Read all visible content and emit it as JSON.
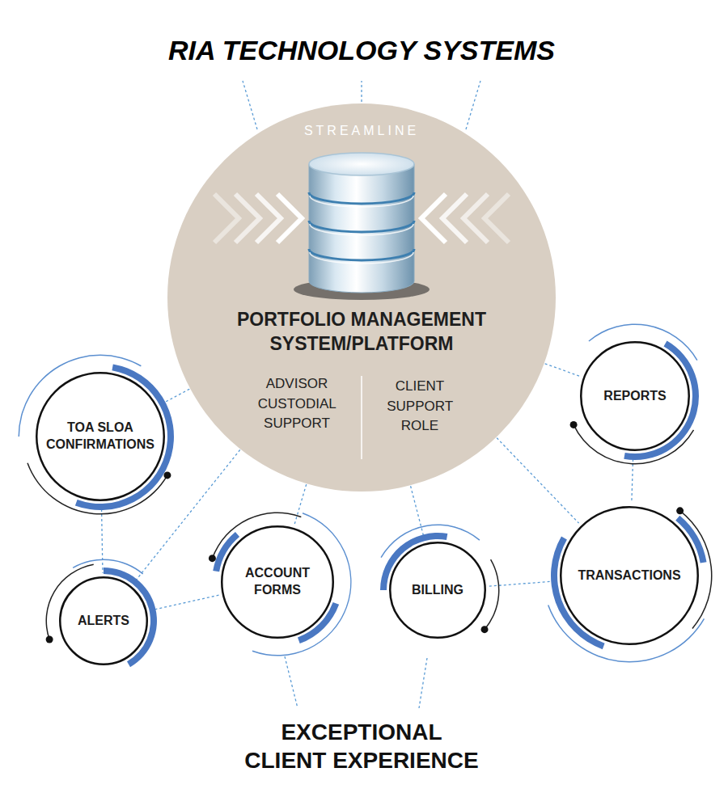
{
  "diagram": {
    "title": "RIA TECHNOLOGY SYSTEMS",
    "caption": "EXCEPTIONAL CLIENT EXPERIENCE",
    "nodes": [
      {
        "text": [
          "STREAMLINE",
          "PORTFOLIO MANAGEMENT SYSTEM/PLATFORM",
          "ADVISOR CUSTODIAL SUPPORT",
          "CLIENT SUPPORT ROLE"
        ]
      },
      {
        "text": [
          "TOA SLOA CONFIRMATIONS"
        ]
      },
      {
        "text": [
          "REPORTS"
        ]
      },
      {
        "text": [
          "ACCOUNT FORMS"
        ]
      },
      {
        "text": [
          "BILLING"
        ]
      },
      {
        "text": [
          "TRANSACTIONS"
        ]
      },
      {
        "text": [
          "ALERTS"
        ]
      }
    ],
    "edges": [
      {
        "from": 0,
        "to": 1,
        "arrow": "none"
      },
      {
        "from": 0,
        "to": 2,
        "arrow": "none"
      },
      {
        "from": 0,
        "to": 3,
        "arrow": "none"
      },
      {
        "from": 0,
        "to": 4,
        "arrow": "none"
      },
      {
        "from": 0,
        "to": 5,
        "arrow": "none"
      },
      {
        "from": 0,
        "to": 6,
        "arrow": "none"
      },
      {
        "from": 1,
        "to": 6,
        "arrow": "none"
      },
      {
        "from": 6,
        "to": 3,
        "arrow": "none"
      },
      {
        "from": 4,
        "to": 5,
        "arrow": "none"
      },
      {
        "from": 2,
        "to": 5,
        "arrow": "none"
      }
    ]
  }
}
